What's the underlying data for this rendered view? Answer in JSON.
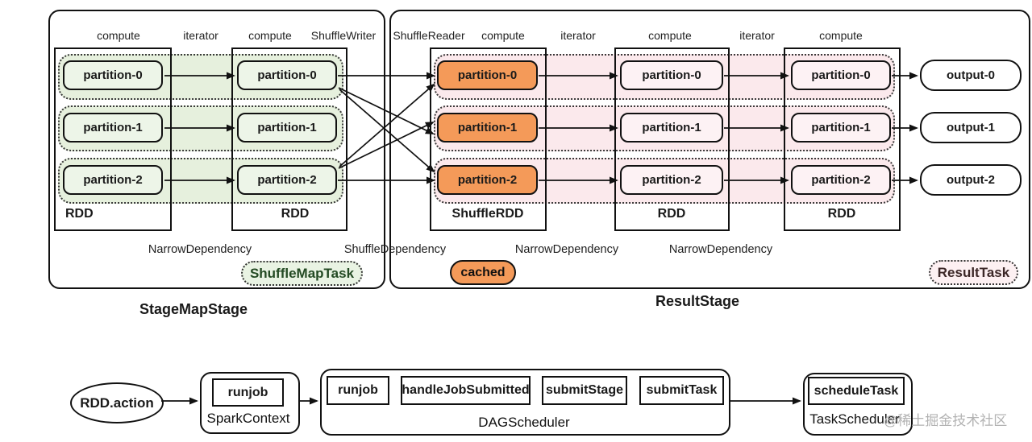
{
  "colors": {
    "green_partition": "#edf5e8",
    "green_band": "#e6f0dd",
    "orange": "#f49a59",
    "pink_partition": "#fdf2f4",
    "pink_band": "#fbe9ec",
    "shuffle_map_task_text": "#234a23",
    "watermark_gray": "#b3b3b3",
    "line": "#111111"
  },
  "stage1": {
    "title": "StageMapStage",
    "top_labels": [
      "compute",
      "iterator",
      "compute",
      "ShuffleWriter"
    ],
    "rdd1": {
      "label": "RDD",
      "partitions": [
        "partition-0",
        "partition-1",
        "partition-2"
      ]
    },
    "rdd2": {
      "label": "RDD",
      "partitions": [
        "partition-0",
        "partition-1",
        "partition-2"
      ]
    },
    "dependency_labels": [
      "NarrowDependency",
      "ShuffleDependency"
    ],
    "task_badge": "ShuffleMapTask"
  },
  "stage2": {
    "title": "ResultStage",
    "top_labels": [
      "ShuffleReader",
      "compute",
      "iterator",
      "compute",
      "iterator",
      "compute"
    ],
    "shuffle_rdd": {
      "label": "ShuffleRDD",
      "partitions": [
        "partition-0",
        "partition-1",
        "partition-2"
      ]
    },
    "rdd3": {
      "label": "RDD",
      "partitions": [
        "partition-0",
        "partition-1",
        "partition-2"
      ]
    },
    "rdd4": {
      "label": "RDD",
      "partitions": [
        "partition-0",
        "partition-1",
        "partition-2"
      ]
    },
    "outputs": [
      "output-0",
      "output-1",
      "output-2"
    ],
    "dependency_labels": [
      "NarrowDependency",
      "NarrowDependency"
    ],
    "cached_badge": "cached",
    "task_badge": "ResultTask"
  },
  "scheduler_flow": {
    "action": "RDD.action",
    "spark_context": {
      "label": "SparkContext",
      "methods": [
        "runjob"
      ]
    },
    "dag_scheduler": {
      "label": "DAGScheduler",
      "methods": [
        "runjob",
        "handleJobSubmitted",
        "submitStage",
        "submitTask"
      ]
    },
    "task_scheduler": {
      "label": "TaskScheduler",
      "methods": [
        "scheduleTask"
      ]
    }
  },
  "watermark": "@稀土掘金技术社区"
}
